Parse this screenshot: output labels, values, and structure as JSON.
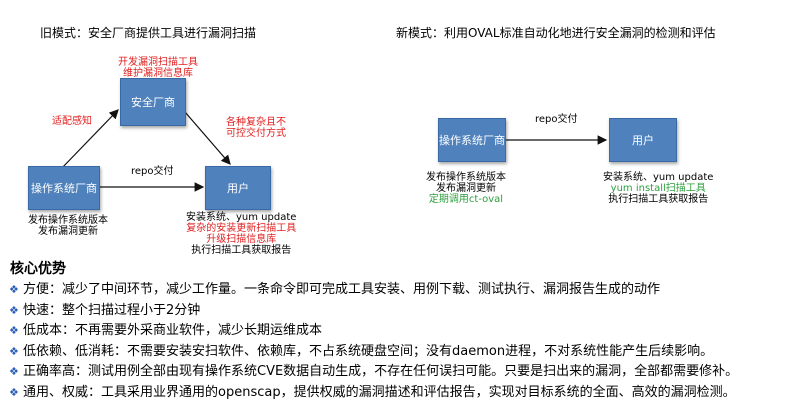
{
  "left": {
    "title": "旧模式：安全厂商提供工具进行漏洞扫描",
    "boxes": {
      "security_vendor": "安全厂商",
      "os_vendor": "操作系统厂商",
      "user": "用户"
    },
    "notes": {
      "vendor_top": [
        "开发漏洞扫描工具",
        "维护漏洞信息库"
      ],
      "adapt": "适配感知",
      "formats": [
        "各种复杂且不",
        "可控交付方式"
      ],
      "repo": "repo交付",
      "os_below": [
        "发布操作系统版本",
        "发布漏洞更新"
      ],
      "user_below_1": "安装系统、yum update",
      "user_below_red": [
        "复杂的安装更新扫描工具",
        "升级扫描信息库"
      ],
      "user_below_2": "执行扫描工具获取报告"
    }
  },
  "right": {
    "title": "新模式：利用OVAL标准自动化地进行安全漏洞的检测和评估",
    "boxes": {
      "os_vendor": "操作系统厂商",
      "user": "用户"
    },
    "notes": {
      "repo": "repo交付",
      "os_below": [
        "发布操作系统版本",
        "发布漏洞更新"
      ],
      "os_below_green": "定期调用ct-oval",
      "user_below_1": "安装系统、yum update",
      "user_below_green": "yum install扫描工具",
      "user_below_2": "执行扫描工具获取报告"
    }
  },
  "advantages": {
    "heading": "核心优势",
    "items": [
      "方便：减少了中间环节，减少工作量。一条命令即可完成工具安装、用例下载、测试执行、漏洞报告生成的动作",
      "快速：整个扫描过程小于2分钟",
      "低成本：不再需要外采商业软件，减少长期运维成本",
      "低依赖、低消耗：不需要安装安扫软件、依赖库，不占系统硬盘空间；没有daemon进程，不对系统性能产生后续影响。",
      "正确率高：测试用例全部由现有操作系统CVE数据自动生成，不存在任何误扫可能。只要是扫出来的漏洞，全部都需要修补。",
      "通用、权威：工具采用业界通用的openscap，提供权威的漏洞描述和评估报告，实现对目标系统的全面、高效的漏洞检测。"
    ]
  },
  "colors": {
    "box_fill": "#4f81bd",
    "note_red": "#e02020",
    "note_green": "#2e9e3e",
    "bullet_blue": "#2a5fb8"
  }
}
